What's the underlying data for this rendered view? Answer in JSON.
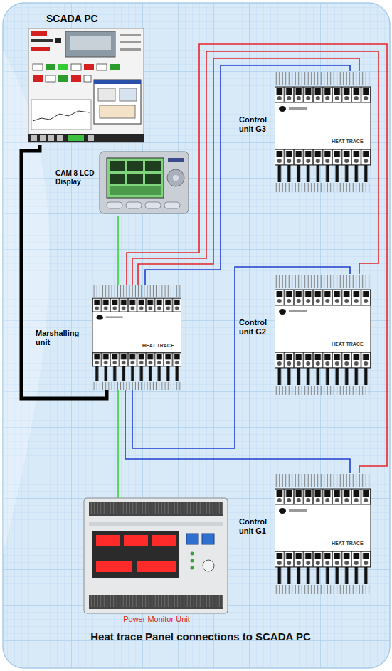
{
  "diagram": {
    "title": "Heat trace Panel connections to SCADA PC",
    "nodes": [
      {
        "text": [
          "SCADA PC"
        ]
      },
      {
        "text": [
          "Control unit G3"
        ]
      },
      {
        "text": [
          "CAM 8 LCD Display"
        ]
      },
      {
        "text": [
          "Control unit G2"
        ]
      },
      {
        "text": [
          "Marshalling unit"
        ]
      },
      {
        "text": [
          "Control unit G1"
        ]
      },
      {
        "text": [
          "Power Monitor Unit"
        ]
      }
    ],
    "edges": [
      {
        "from": 0,
        "to": 4,
        "arrow": "none"
      },
      {
        "from": 2,
        "to": 4,
        "arrow": "none"
      },
      {
        "from": 4,
        "to": 1,
        "arrow": "none"
      },
      {
        "from": 4,
        "to": 1,
        "arrow": "none"
      },
      {
        "from": 4,
        "to": 3,
        "arrow": "none"
      },
      {
        "from": 4,
        "to": 3,
        "arrow": "none"
      },
      {
        "from": 4,
        "to": 5,
        "arrow": "none"
      },
      {
        "from": 4,
        "to": 5,
        "arrow": "none"
      },
      {
        "from": 4,
        "to": 6,
        "arrow": "none"
      }
    ],
    "labels": [
      "HEAT TRACE",
      "HEAT TRACE",
      "HEAT TRACE",
      "HEAT TRACE"
    ]
  }
}
